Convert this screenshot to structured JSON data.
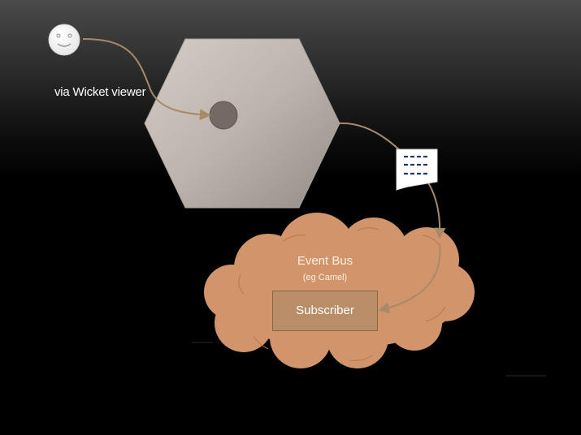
{
  "diagram": {
    "user_label": "via Wicket viewer",
    "event_bus_title": "Event Bus",
    "event_bus_subtitle": "(eg Camel)",
    "subscriber_label": "Subscriber"
  },
  "colors": {
    "hexagon_light": "#cfc6bf",
    "hexagon_dark": "#978e87",
    "domain_object": "#756a63",
    "cloud": "#d2946b",
    "subscriber_box": "#b88d68",
    "connector": "#a88a6b",
    "document": "#ffffff",
    "document_lines": "#1f3a73"
  },
  "icons": {
    "user": "smiley-face-icon",
    "message": "document-icon",
    "bus": "cloud-shape"
  }
}
